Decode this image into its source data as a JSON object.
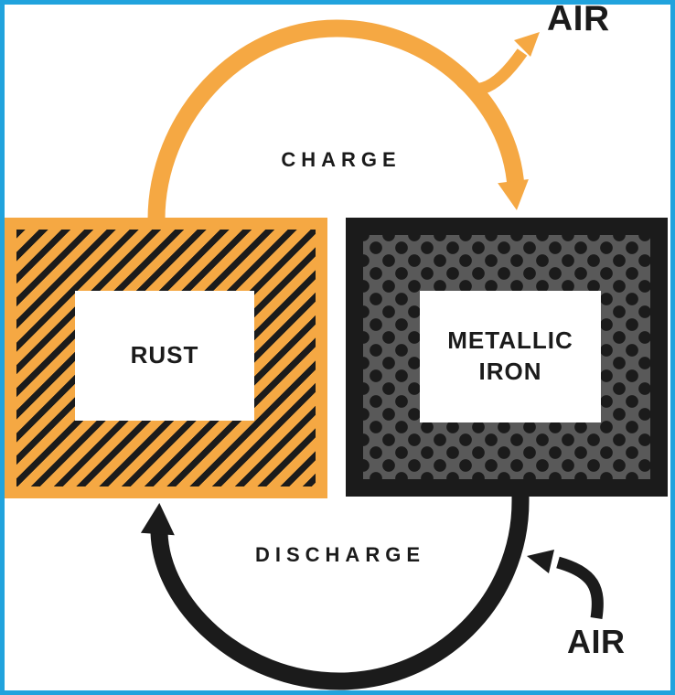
{
  "colors": {
    "frame_blue": "#21A3DD",
    "accent_orange": "#F5A843",
    "ink_black": "#1B1B1B",
    "iron_gray": "#595959",
    "panel_white": "#FFFFFF"
  },
  "electrodes": {
    "rust": {
      "label": "RUST"
    },
    "metallic_iron": {
      "label": "METALLIC\nIRON"
    }
  },
  "cycle": {
    "charge": {
      "label": "CHARGE",
      "air_label": "AIR"
    },
    "discharge": {
      "label": "DISCHARGE",
      "air_label": "AIR"
    }
  }
}
